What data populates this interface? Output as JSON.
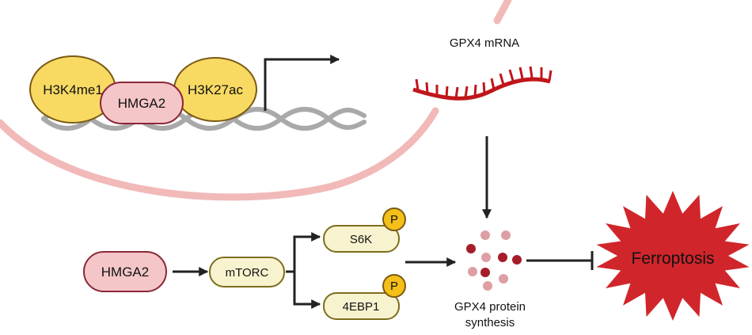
{
  "nucleus": {
    "histone_marks": [
      "H3K4me1",
      "H3K27ac"
    ],
    "bound_factor": "HMGA2"
  },
  "transcript": {
    "label": "GPX4 mRNA"
  },
  "pathway": {
    "nodes": [
      "HMGA2",
      "mTORC",
      "S6K",
      "4EBP1"
    ],
    "phospho_label": "P"
  },
  "protein": {
    "label_line1": "GPX4 protein",
    "label_line2": "synthesis"
  },
  "outcome": {
    "label": "Ferroptosis"
  },
  "colors": {
    "nucleus_border": "#f2b9b9",
    "histone_fill": "#f8da63",
    "histone_stroke": "#7a5a14",
    "hmga2_fill": "#f5c6c8",
    "hmga2_stroke": "#8a2737",
    "node_fill": "#f8f3cf",
    "node_stroke": "#7d6e1c",
    "phospho_fill": "#f5bf19",
    "mrna": "#c0161b",
    "dna": "#a9a9a9",
    "ferroptosis": "#d0262b",
    "arrow": "#222222"
  }
}
